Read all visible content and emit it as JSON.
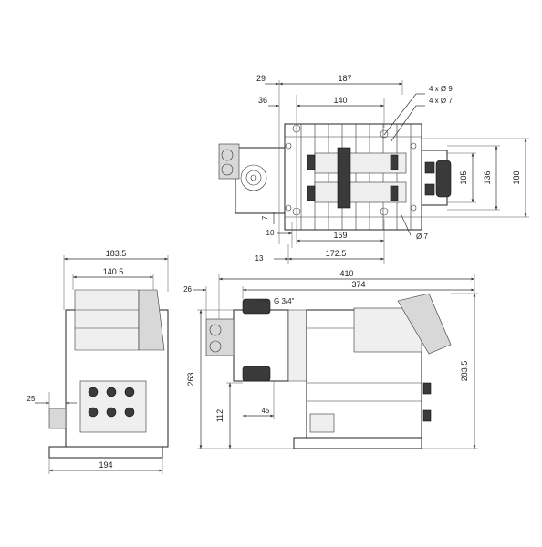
{
  "top_view": {
    "dims": {
      "d29": "29",
      "d187": "187",
      "d36": "36",
      "d140": "140",
      "hole4x9": "4 x Ø 9",
      "hole4x7": "4 x Ø 7",
      "d105": "105",
      "d136": "136",
      "d180": "180",
      "d7v": "7",
      "d10": "10",
      "d13": "13",
      "d159": "159",
      "d172_5": "172.5",
      "phi7": "Ø 7"
    }
  },
  "front_view": {
    "dims": {
      "d183_5": "183.5",
      "d140_5": "140.5",
      "d25": "25",
      "d194": "194"
    }
  },
  "side_view": {
    "dims": {
      "d410": "410",
      "d26": "26",
      "d374": "374",
      "thread": "G 3/4\"",
      "d263": "263",
      "d283_5": "283.5",
      "d112": "112",
      "d45": "45"
    }
  }
}
